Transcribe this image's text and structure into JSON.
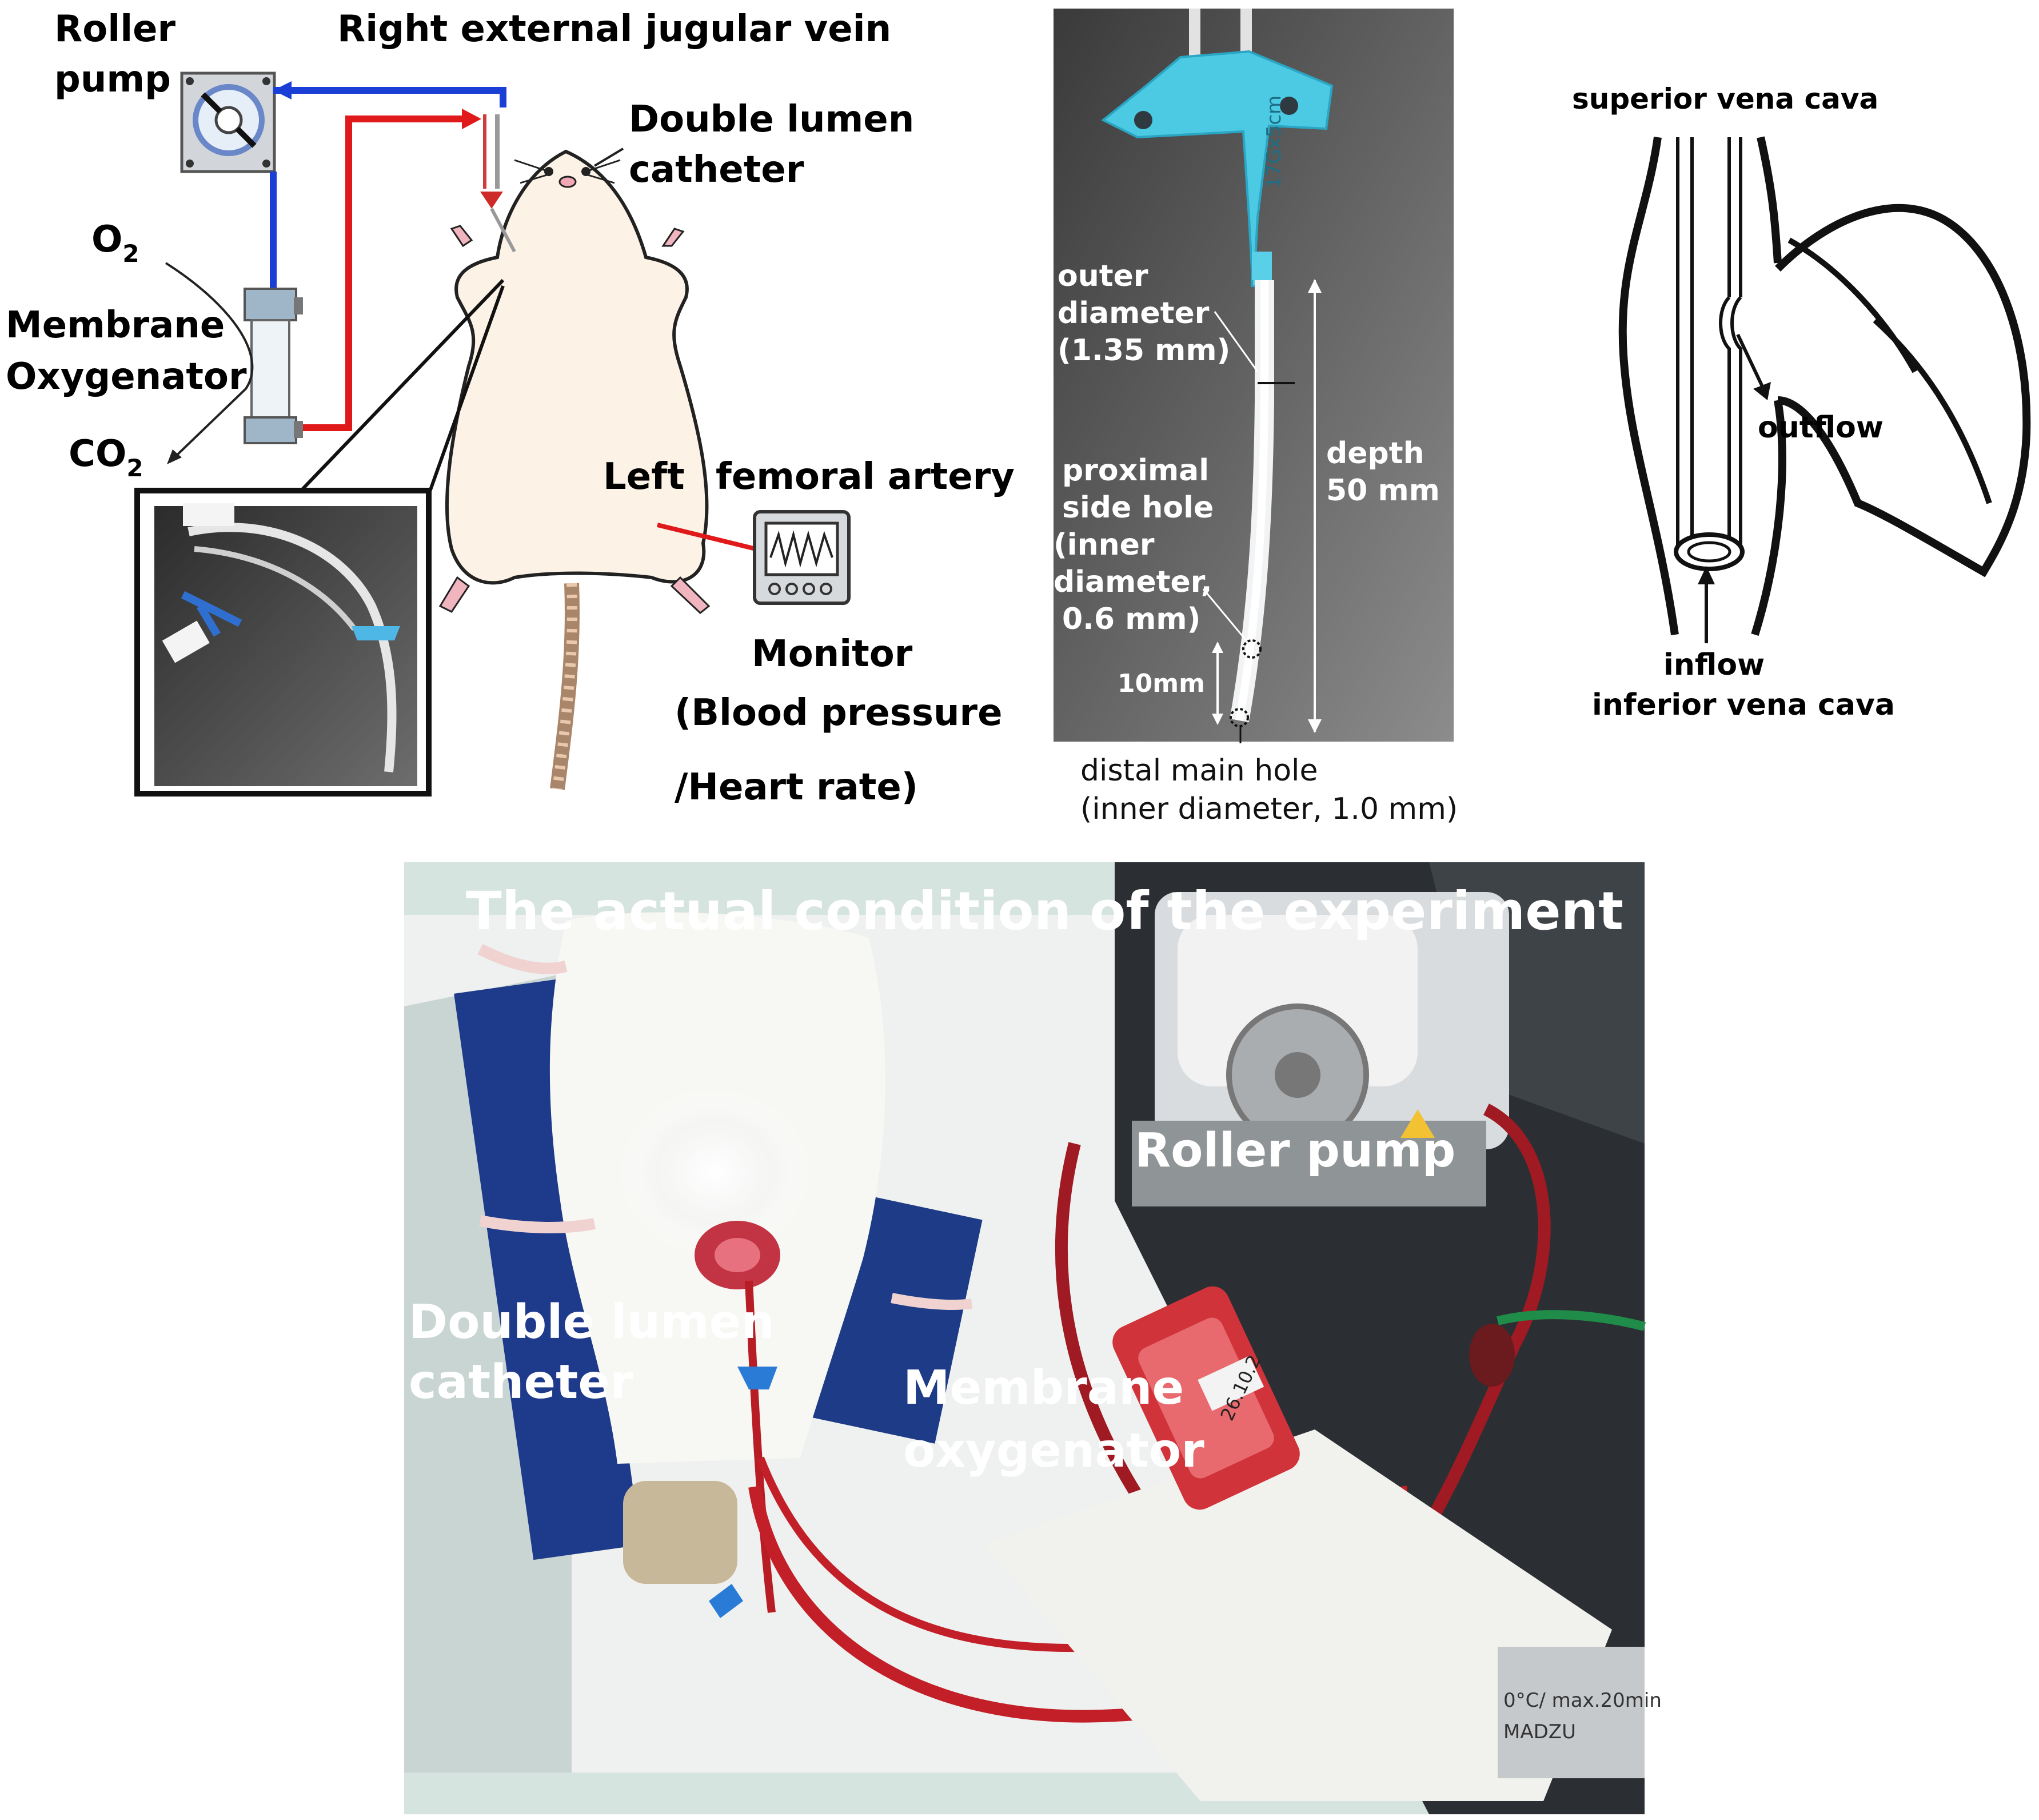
{
  "panel_a": {
    "roller_pump": [
      "Roller",
      "pump"
    ],
    "right_jugular": "Right external jugular vein",
    "double_lumen": [
      "Double lumen",
      "catheter"
    ],
    "o2": "O",
    "o2_sub": "2",
    "membrane_oxygenator": [
      "Membrane",
      "Oxygenator"
    ],
    "co2": "CO",
    "co2_sub": "2",
    "left_femoral": [
      "Left",
      "femoral artery"
    ],
    "monitor": [
      "Monitor",
      "(Blood pressure",
      "/Heart rate)"
    ],
    "colors": {
      "venous_line": "#1a3fd6",
      "arterial_line": "#e0191b",
      "rat_body": "#fcf3e6"
    }
  },
  "panel_b": {
    "catheter_print": "17Gx5cm",
    "outer_diameter": [
      "outer",
      "diameter",
      "(1.35 mm)"
    ],
    "depth": [
      "depth",
      "50 mm"
    ],
    "proximal": [
      "proximal",
      "side hole",
      "(inner",
      "diameter,",
      "0.6 mm)"
    ],
    "ten_mm": "10mm",
    "distal": [
      "distal main hole",
      "(inner diameter, 1.0 mm)"
    ]
  },
  "panel_c": {
    "superior": "superior vena cava",
    "outflow": "outflow",
    "inflow": "inflow",
    "inferior": "inferior vena cava"
  },
  "panel_d": {
    "title": "The actual condition of the experiment",
    "roller_pump": "Roller pump",
    "double_lumen": [
      "Double lumen",
      "catheter"
    ],
    "membrane": [
      "Membrane",
      "oxygenator"
    ],
    "device_text": [
      "0°C/ max.20min",
      "MADZU"
    ],
    "tube_label": "26.10.2"
  }
}
